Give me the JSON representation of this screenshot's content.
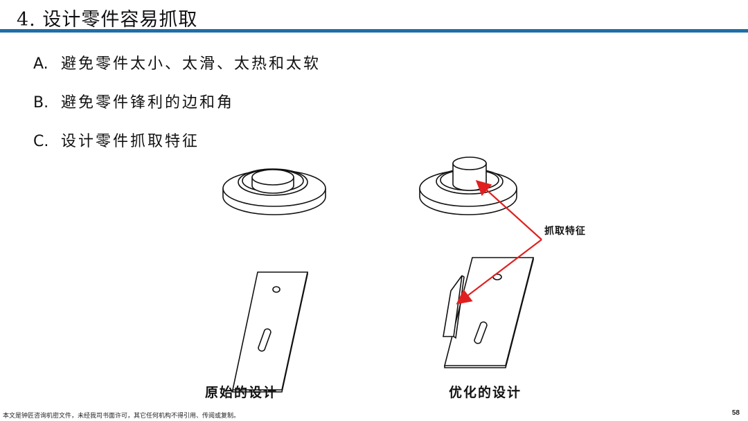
{
  "slide": {
    "title": "4. 设计零件容易抓取",
    "bullets": [
      {
        "key": "A.",
        "text": "避免零件太小、太滑、太热和太软"
      },
      {
        "key": "B.",
        "text": "避免零件锋利的边和角"
      },
      {
        "key": "C.",
        "text": "设计零件抓取特征"
      }
    ],
    "captions": {
      "original": "原始的设计",
      "optimized": "优化的设计"
    },
    "callout": "抓取特征",
    "footer": "本文是钟匠咨询机密文件，未经我司书面许可，其它任何机构不得引用、传阅或复制。",
    "page_number": "58"
  },
  "colors": {
    "accent_rule": "#1f6ea8",
    "arrow": "#e02020"
  }
}
